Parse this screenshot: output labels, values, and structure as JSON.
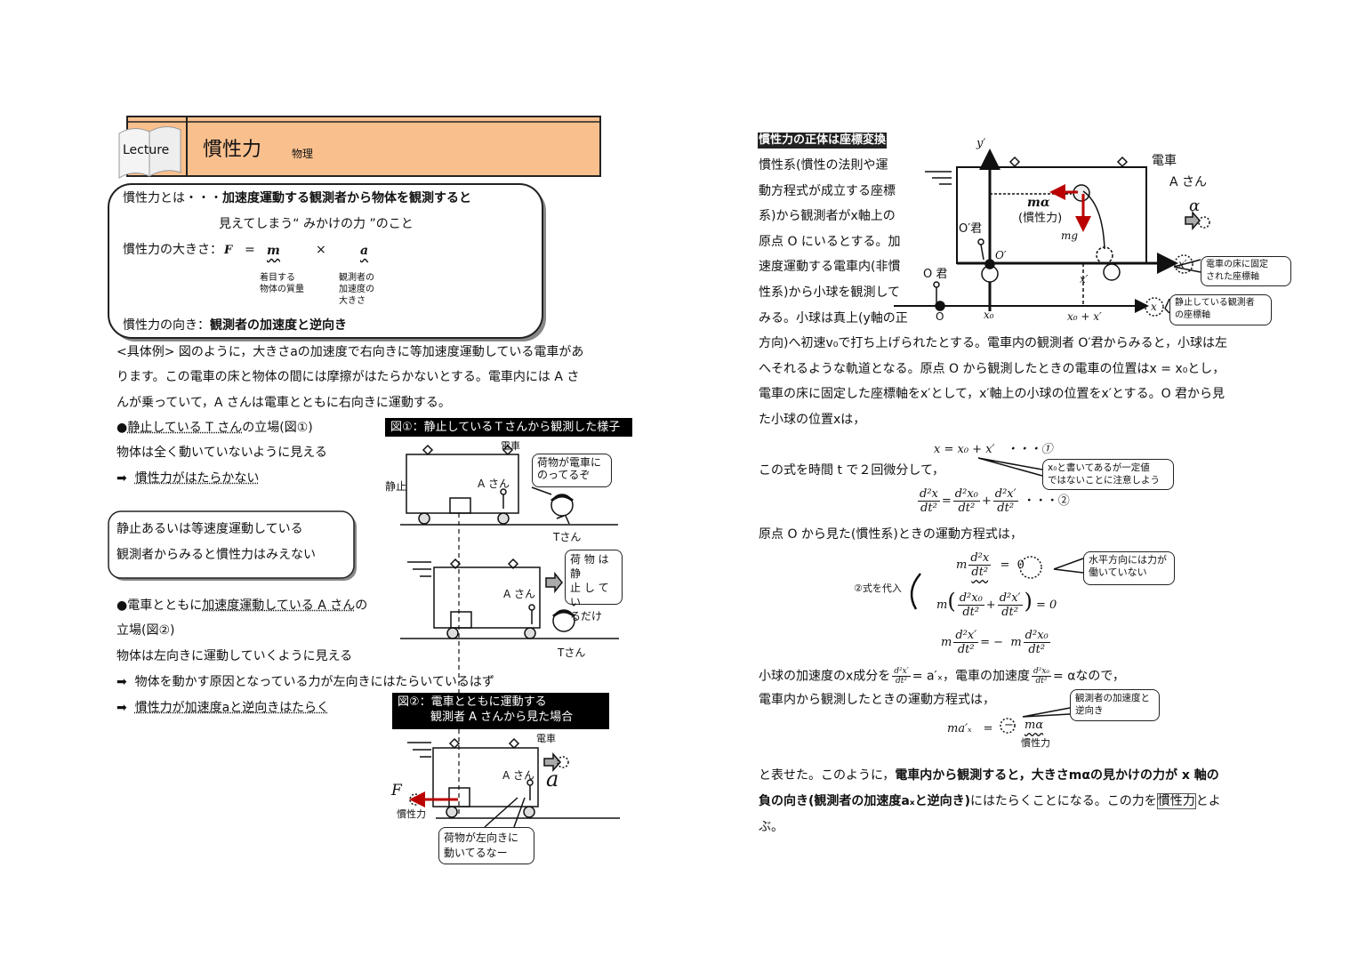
{
  "header": {
    "badge": "Lecture",
    "title": "慣性力",
    "subject": "物理",
    "bg_color": "#f9c08e"
  },
  "definition": {
    "line1_a": "慣性力とは・・・",
    "line1_b": "加速度運動する観測者から物体を観測すると",
    "line2": "見えてしまう“ みかけの力 ”のこと",
    "magnitude_label": "慣性力の大きさ：",
    "F": "F",
    "eq": "=",
    "m": "m",
    "times": "×",
    "a": "a",
    "m_note": [
      "着目する",
      "物体の質量"
    ],
    "a_note": [
      "観測者の",
      "加速度の",
      "大きさ"
    ],
    "direction_label": "慣性力の向き：",
    "direction_value": "観測者の加速度と逆向き"
  },
  "example": {
    "lines": [
      "<具体例> 図のように，大きさaの加速度で右向きに等加速度運動している電車があ",
      "ります。この電車の床と物体の間には摩擦がはたらかないとする。電車内には A さ",
      "んが乗っていて，A さんは電車とともに右向きに運動する。"
    ]
  },
  "left": {
    "t_head_a": "●",
    "t_head_u": "静止している T さん",
    "t_head_b": "の立場(図①)",
    "t_line": "物体は全く動いていないように見える",
    "t_arrow": "➡",
    "t_result": "慣性力がはたらかない",
    "note_box": [
      "静止あるいは等速度運動している",
      "観測者からみると慣性力はみえない"
    ],
    "a_head_a": "●電車とともに",
    "a_head_u": "加速度運動している A さん",
    "a_head_b": "の",
    "a_head_2": "立場(図②)",
    "a_line": "物体は左向きに運動していくように見える",
    "a_arrow1": "物体を動かす原因となっている力が左向きにはたらいているはず",
    "a_arrow2": "慣性力が加速度aと逆向きはたらく"
  },
  "fig1": {
    "caption": "図①：静止しているＴさんから観測した様子",
    "train": "電車",
    "still": "静止",
    "a_san": "A さん",
    "t_san": "Tさん",
    "bubble": [
      "荷物が電車に",
      "のってるぞ"
    ]
  },
  "fig1b": {
    "a_san": "A さん",
    "t_san": "Tさん",
    "bubble": [
      "荷 物 は 静",
      "止 し て い",
      "るだけ"
    ]
  },
  "fig2": {
    "caption": [
      "図②：電車とともに運動する",
      "観測者 A さんから見た場合"
    ],
    "train": "電車",
    "a_san": "A さん",
    "accel": "a",
    "force": "F",
    "force_label": "慣性力",
    "bubble": [
      "荷物が左向きに",
      "動いてるなー"
    ]
  },
  "right": {
    "heading": "慣性力の正体は座標変換",
    "col_lines": [
      " 慣性系(慣性の法則や運",
      "動方程式が成立する座標",
      "系)から観測者がx軸上の",
      "原点 O にいるとする。加",
      "速度運動する電車内(非慣",
      "性系)から小球を観測して",
      "みる。小球は真上(y軸の正"
    ],
    "full_lines": [
      "方向)へ初速v₀で打ち上げられたとする。電車内の観測者 O′君からみると，小球は左",
      "へそれるような軌道となる。原点 O から観測したときの電車の位置はx = x₀とし，",
      "電車の床に固定した座標軸をx′として，x′軸上の小球の位置をx′とする。O 君から見",
      "た小球の位置xは，"
    ],
    "diagram": {
      "yaxis": "y′",
      "train": "電車",
      "a_san": "A さん",
      "alpha": "α",
      "ma": "mα",
      "ma_label": "(慣性力)",
      "mg": "mg",
      "o_prime_kun": "O′君",
      "o_prime": "O′",
      "xprime_axis": "x′",
      "xprime_mark": "x′",
      "floor_bubble": [
        "電車の床に固定",
        "された座標軸"
      ],
      "o_kun": "O 君",
      "origin": "O",
      "x0": "x₀",
      "x0xp": "x₀ + x′",
      "x_axis": "x",
      "still_bubble": [
        "静止している観測者",
        "の座標軸"
      ]
    },
    "eq1": "x = x₀ + x′　・・・①",
    "eq1_bubble": [
      "x₀と書いてあるが一定値",
      "ではないことに注意しよう"
    ],
    "diff_line": "この式を時間 t で２回微分して，",
    "eq2_tail": "・・・②",
    "inertial_line": "原点 O から見た(慣性系)ときの運動方程式は，",
    "eq3_zero": "0",
    "eq3_bubble": [
      "水平方向には力が",
      "働いていない"
    ],
    "substitute": "②式を代入",
    "accel_line_a": "小球の加速度のx成分を",
    "accel_line_b": "= a′ₓ，電車の加速度",
    "accel_line_c": "= αなので，",
    "train_eq_line": "電車内から観測したときの運動方程式は，",
    "eq_final_lhs": "ma′ₓ　=",
    "eq_final_minus": "−",
    "eq_final_rhs": "mα",
    "eq_final_label": "慣性力",
    "final_bubble": [
      "観測者の加速度と",
      "逆向き"
    ],
    "conclusion": [
      "と表せた。このように，",
      "電車内から観測すると，大きさmαの見かけの力が x 軸の",
      "負の向き(観測者の加速度aₓと逆向き)",
      "にはたらくことになる。この力を",
      "慣性力",
      "とよ",
      "ぶ。"
    ]
  }
}
